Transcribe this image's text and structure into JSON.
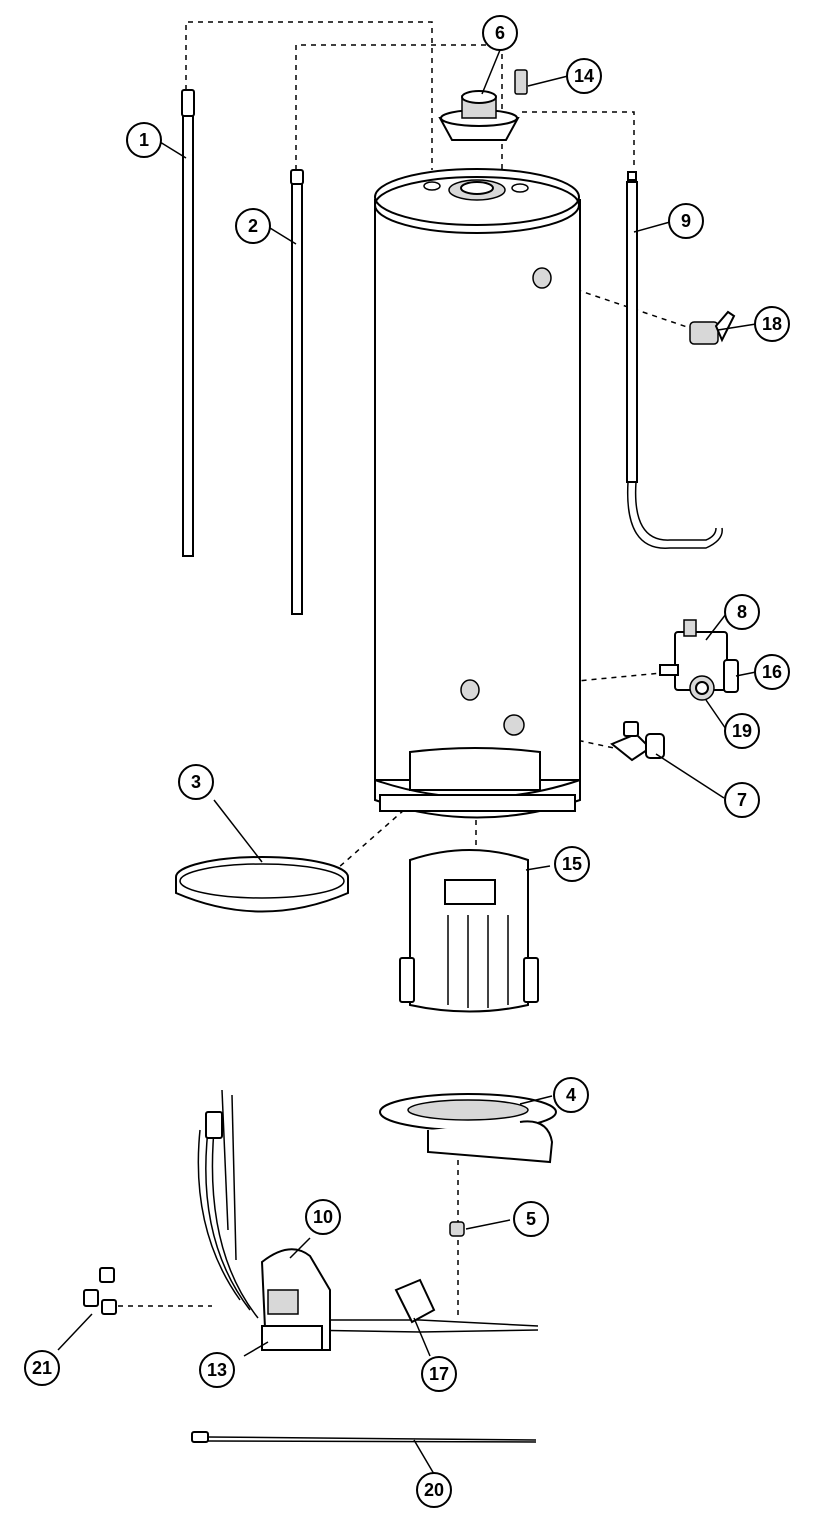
{
  "callouts": {
    "c1": "1",
    "c2": "2",
    "c3": "3",
    "c4": "4",
    "c5": "5",
    "c6": "6",
    "c7": "7",
    "c8": "8",
    "c9": "9",
    "c10": "10",
    "c13": "13",
    "c14": "14",
    "c15": "15",
    "c16": "16",
    "c17": "17",
    "c18": "18",
    "c19": "19",
    "c20": "20",
    "c21": "21"
  }
}
